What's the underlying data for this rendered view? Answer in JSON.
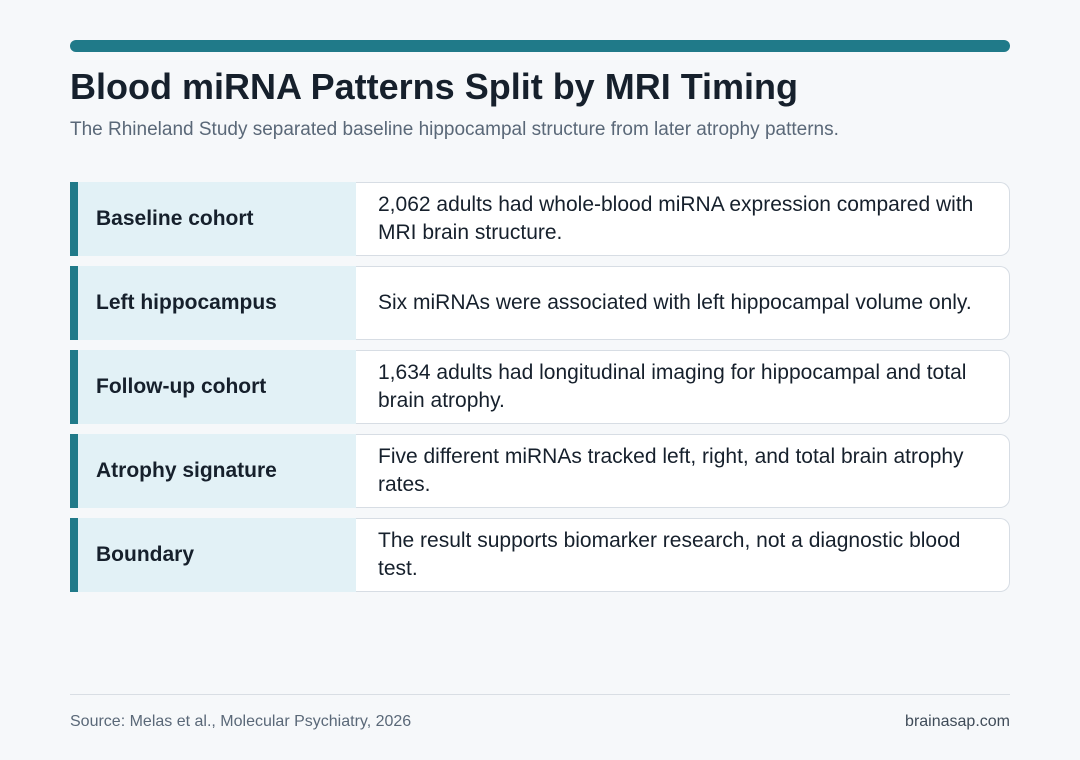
{
  "header": {
    "title": "Blood miRNA Patterns Split by MRI Timing",
    "subtitle": "The Rhineland Study separated baseline hippocampal structure from later atrophy patterns."
  },
  "rows": [
    {
      "label": "Baseline cohort",
      "value": "2,062 adults had whole-blood miRNA expression compared with MRI brain structure."
    },
    {
      "label": "Left hippocampus",
      "value": "Six miRNAs were associated with left hippocampal volume only."
    },
    {
      "label": "Follow-up cohort",
      "value": "1,634 adults had longitudinal imaging for hippocampal and total brain atrophy."
    },
    {
      "label": "Atrophy signature",
      "value": "Five different miRNAs tracked left, right, and total brain atrophy rates."
    },
    {
      "label": "Boundary",
      "value": "The result supports biomarker research, not a diagnostic blood test."
    }
  ],
  "footer": {
    "source": "Source: Melas et al., Molecular Psychiatry, 2026",
    "site": "brainasap.com"
  },
  "colors": {
    "accent": "#207a89",
    "label_background": "#e2f1f6",
    "page_background": "#f6f8fa"
  }
}
